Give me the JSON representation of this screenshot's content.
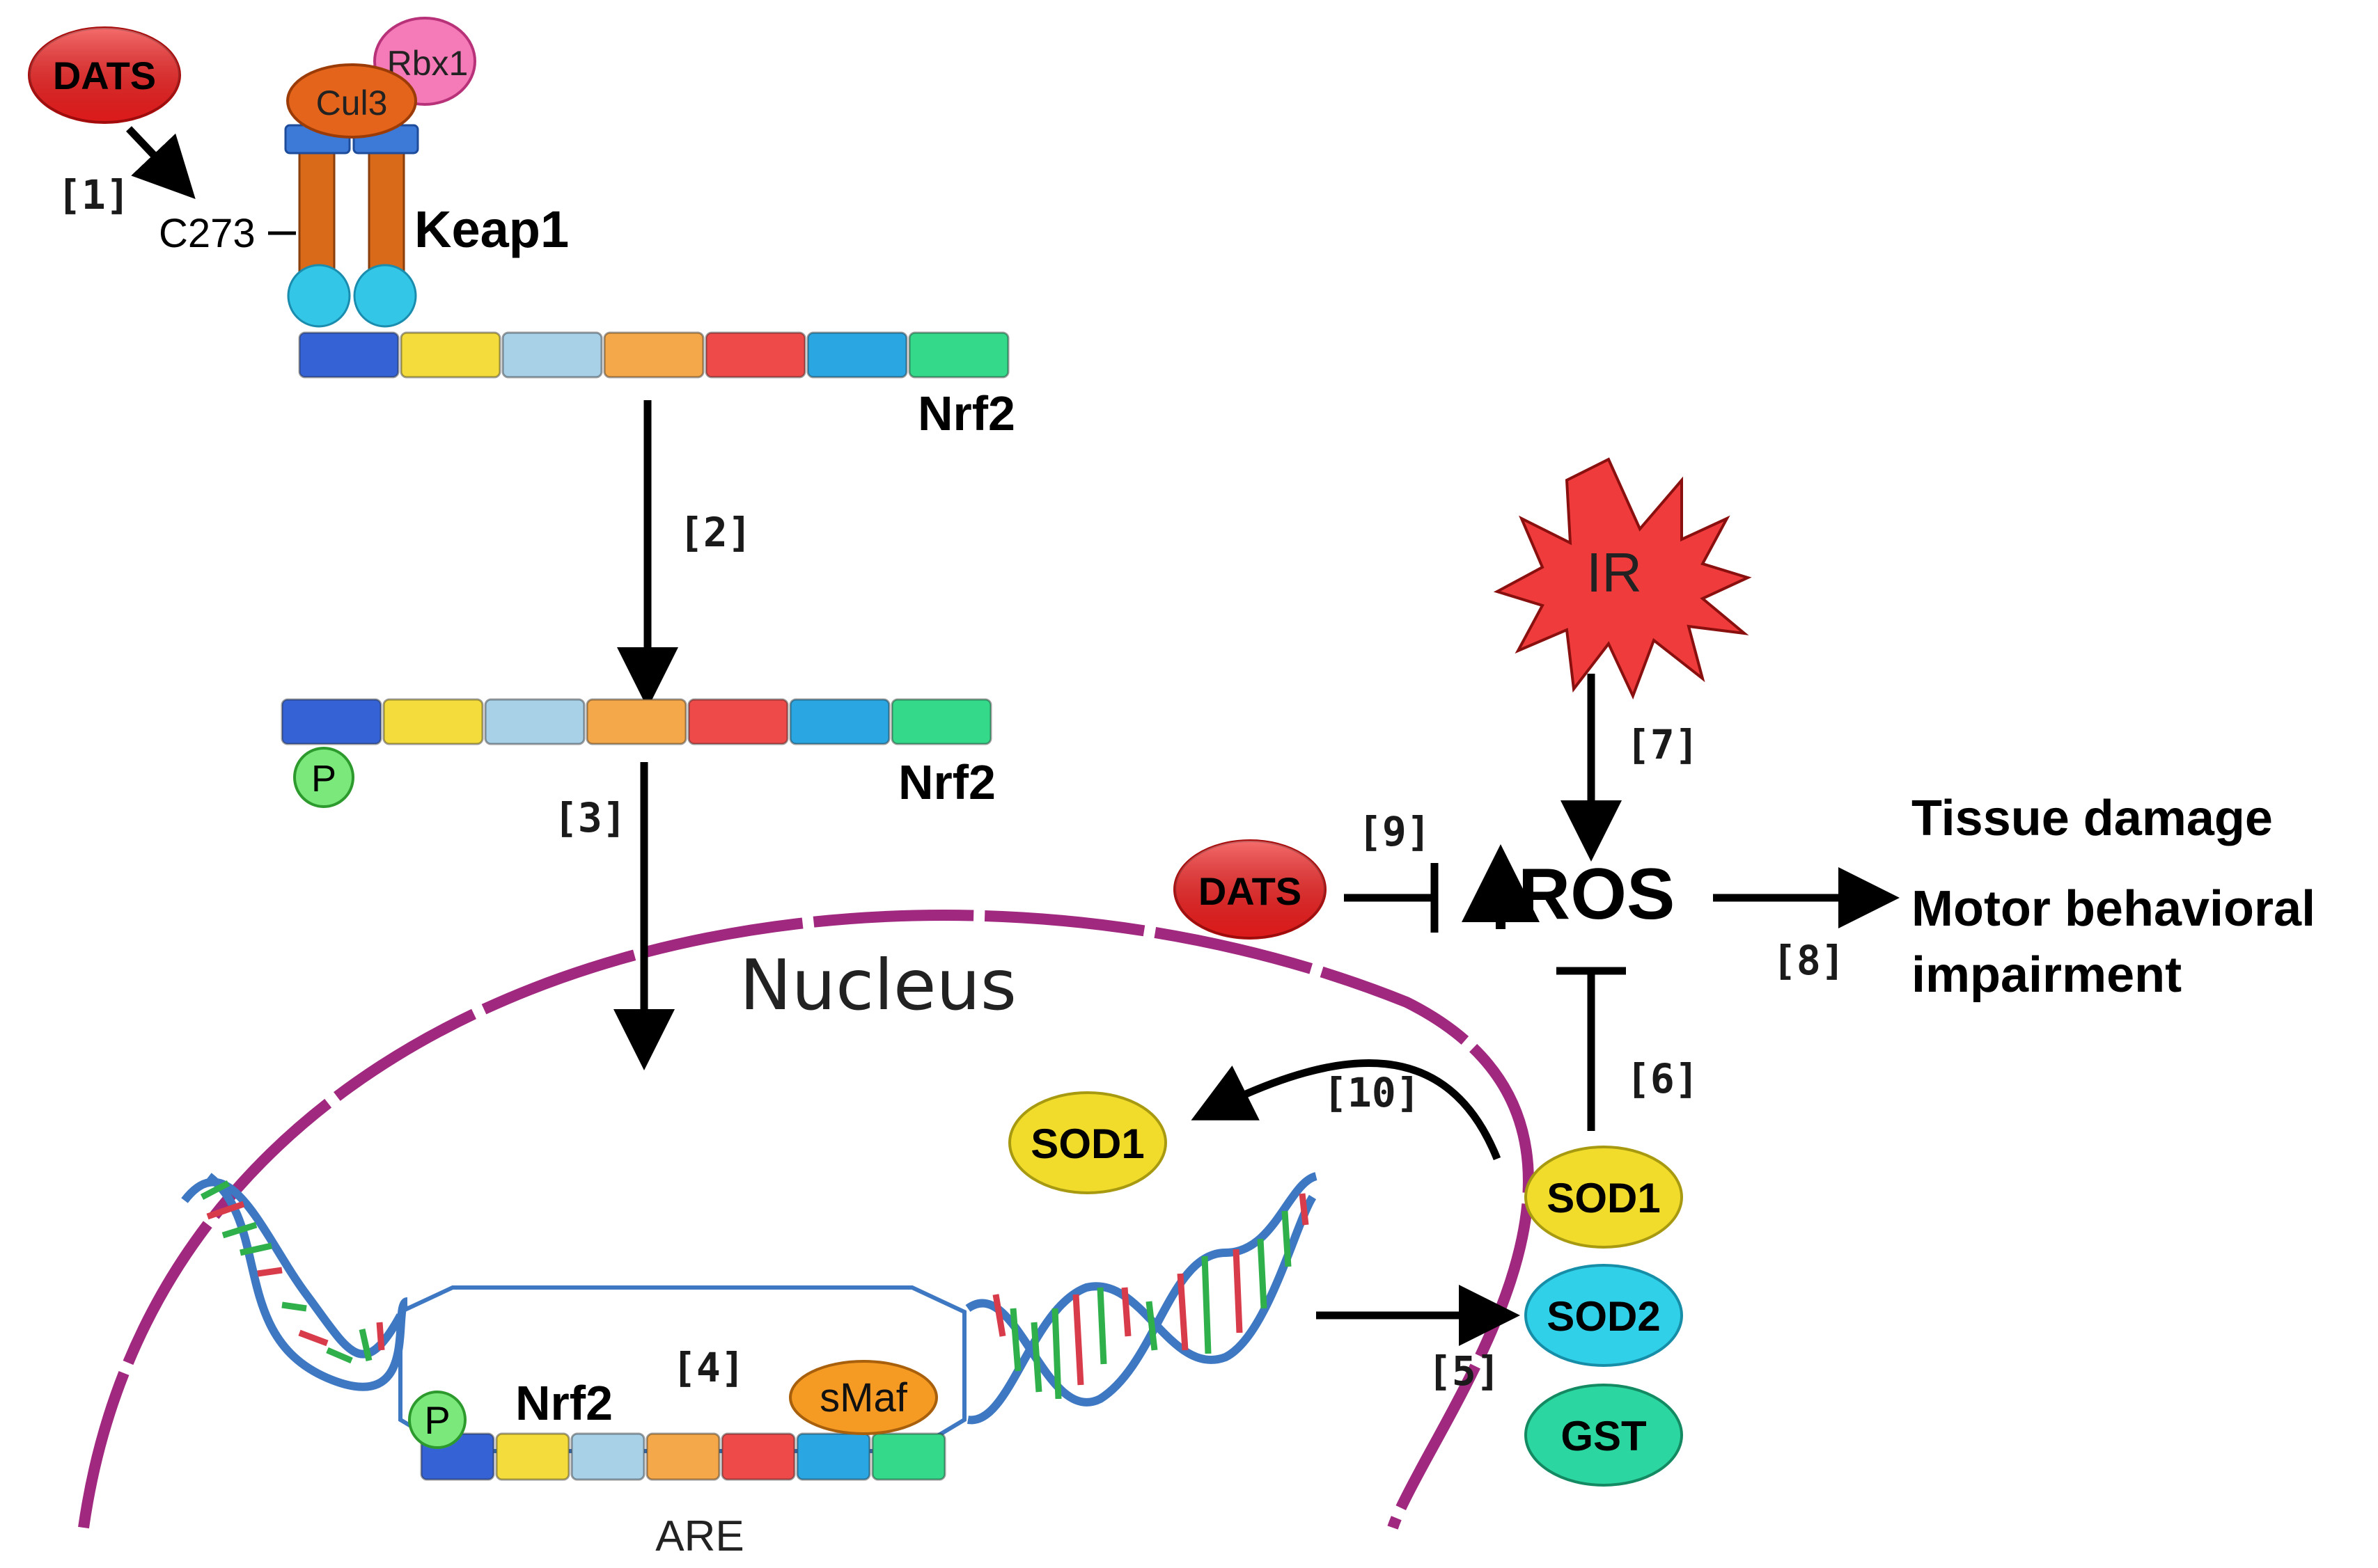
{
  "colors": {
    "domain_palette": [
      "#3563d6",
      "#f4dc3c",
      "#a8d0e6",
      "#f5a84a",
      "#ef4a4a",
      "#2aa6e2",
      "#35d98a"
    ],
    "nuclear_envelope": "#a0287e",
    "dna_backbone": "#3e78c2",
    "dats": "#f01d1d",
    "cul3": "#e3641a",
    "rbx1": "#f57ab8",
    "keap1_stem": "#d86a1a",
    "keap1_head": "#33c6e6",
    "phospho": "#7ae87a",
    "smaf": "#f59a22",
    "sod1": "#f1dc2c",
    "sod2": "#2fd0e8",
    "gst": "#2bd6a0",
    "ir_burst": "#ef3b3b"
  },
  "labels": {
    "dats_top": "DATS",
    "cul3": "Cul3",
    "rbx1": "Rbx1",
    "c273": "C273",
    "keap1": "Keap1",
    "nrf2_top": "Nrf2",
    "nrf2_mid": "Nrf2",
    "nrf2_nuc": "Nrf2",
    "p_mid": "P",
    "p_nuc": "P",
    "smaf": "sMaf",
    "are": "ARE",
    "nucleus": "Nucleus",
    "ir": "IR",
    "ros": "ROS",
    "dats_right": "DATS",
    "sod1_nuc": "SOD1",
    "sod1": "SOD1",
    "sod2": "SOD2",
    "gst": "GST",
    "outcome_1": "Tissue damage",
    "outcome_2a": "Motor behavioral",
    "outcome_2b": "impairment"
  },
  "steps": {
    "s1": "[1]",
    "s2": "[2]",
    "s3": "[3]",
    "s4": "[4]",
    "s5": "[5]",
    "s6": "[6]",
    "s7": "[7]",
    "s8": "[8]",
    "s9": "[9]",
    "s10": "[10]"
  }
}
